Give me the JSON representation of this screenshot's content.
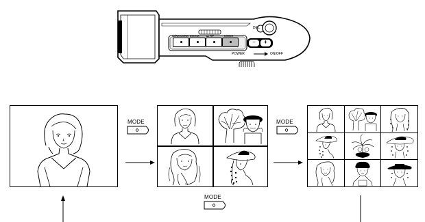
{
  "camera": {
    "del_label": "DEL",
    "minus_label": "−",
    "plus_label": "+",
    "power_label": "POWER",
    "on_off_label": "ON/OFF",
    "button_labels": [
      "⏻/RECORD",
      "ZOOM",
      "⇄ RP",
      "MODE"
    ]
  },
  "steps": [
    {
      "mode_label": "MODE"
    },
    {
      "mode_label": "MODE"
    },
    {
      "mode_label": "MODE"
    }
  ],
  "views": [
    {
      "name": "single",
      "cells": 1
    },
    {
      "name": "grid-2x2",
      "cells": 4
    },
    {
      "name": "grid-3x3",
      "cells": 9
    }
  ]
}
